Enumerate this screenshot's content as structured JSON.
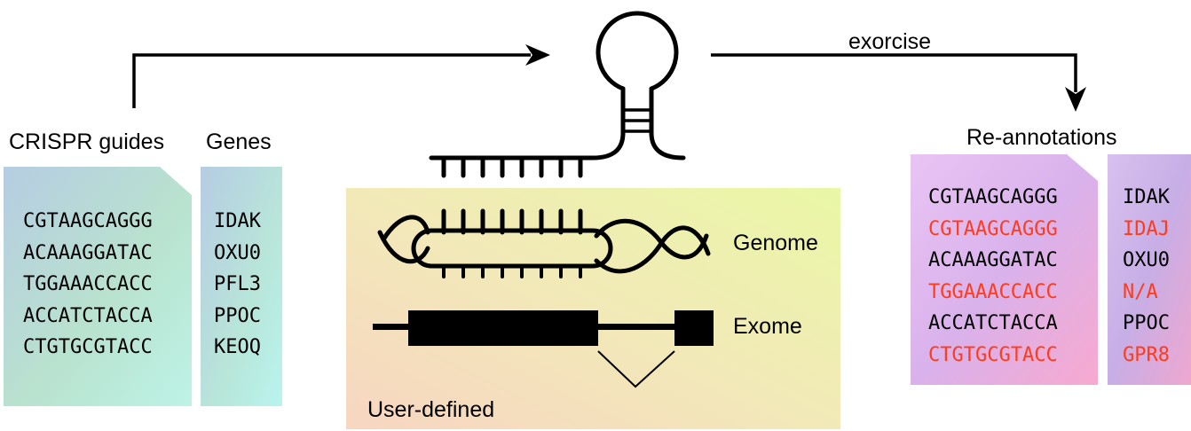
{
  "colors": {
    "stroke": "#000000",
    "highlight": "#ff3b1a"
  },
  "inputs": {
    "guides_title": "CRISPR guides",
    "genes_title": "Genes",
    "guides": [
      "CGTAAGCAGGG",
      "ACAAAGGATAC",
      "TGGAAACCACC",
      "ACCATCTACCA",
      "CTGTGCGTACC"
    ],
    "genes": [
      "IDAK",
      "OXU0",
      "PFL3",
      "PPOC",
      "KEOQ"
    ]
  },
  "process": {
    "arrow_label": "exorcise",
    "genome_label": "Genome",
    "exome_label": "Exome",
    "panel_label": "User-defined"
  },
  "outputs": {
    "title": "Re-annotations",
    "rows": [
      {
        "guide": "CGTAAGCAGGG",
        "gene": "IDAK",
        "highlight": false
      },
      {
        "guide": "CGTAAGCAGGG",
        "gene": "IDAJ",
        "highlight": true
      },
      {
        "guide": "ACAAAGGATAC",
        "gene": "OXU0",
        "highlight": false
      },
      {
        "guide": "TGGAAACCACC",
        "gene": "N/A",
        "highlight": true
      },
      {
        "guide": "ACCATCTACCA",
        "gene": "PPOC",
        "highlight": false
      },
      {
        "guide": "CTGTGCGTACC",
        "gene": "GPR8",
        "highlight": true
      }
    ]
  }
}
